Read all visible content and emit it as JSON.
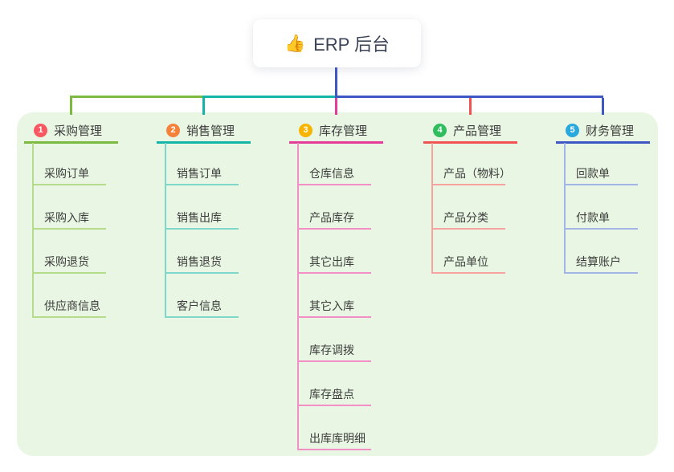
{
  "root": {
    "icon": "👍",
    "label": "ERP 后台",
    "line_color": "#4156c5"
  },
  "panel_color": "#e9f6e3",
  "text_color": "#3d3d3d",
  "branches": [
    {
      "num": "1",
      "label": "采购管理",
      "badge_color": "#f75862",
      "line_color": "#7cba3f",
      "child_line_color": "#b5dc8d",
      "children": [
        "采购订单",
        "采购入库",
        "采购退货",
        "供应商信息"
      ]
    },
    {
      "num": "2",
      "label": "销售管理",
      "badge_color": "#f5823b",
      "line_color": "#12b5a6",
      "child_line_color": "#7fd6cb",
      "children": [
        "销售订单",
        "销售出库",
        "销售退货",
        "客户信息"
      ]
    },
    {
      "num": "3",
      "label": "库存管理",
      "badge_color": "#f7b500",
      "line_color": "#e53d97",
      "child_line_color": "#f28fc4",
      "children": [
        "仓库信息",
        "产品库存",
        "其它出库",
        "其它入库",
        "库存调拨",
        "库存盘点",
        "出库库明细"
      ]
    },
    {
      "num": "4",
      "label": "产品管理",
      "badge_color": "#2fbd5f",
      "line_color": "#f25252",
      "child_line_color": "#f7a3a0",
      "children": [
        "产品（物料）",
        "产品分类",
        "产品单位"
      ]
    },
    {
      "num": "5",
      "label": "财务管理",
      "badge_color": "#29a8dd",
      "line_color": "#3f56c5",
      "child_line_color": "#a3b4e6",
      "children": [
        "回款单",
        "付款单",
        "结算账户"
      ]
    }
  ]
}
